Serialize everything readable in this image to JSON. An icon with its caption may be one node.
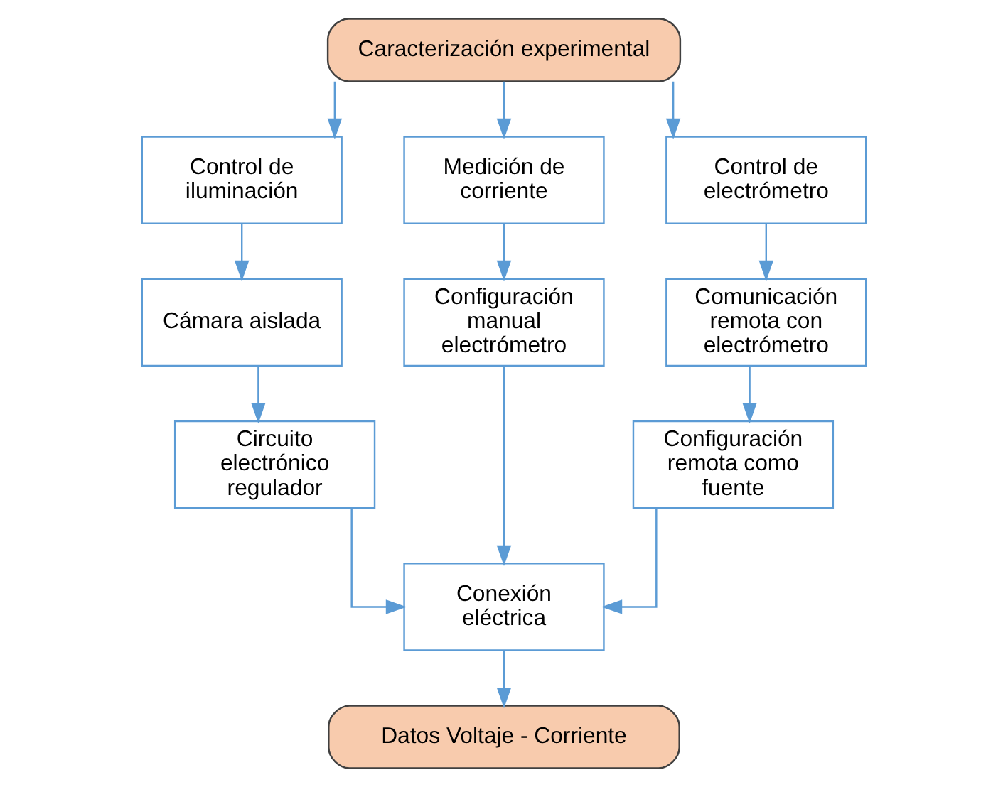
{
  "diagram": {
    "nodes": [
      {
        "text": [
          "Caracterización experimental"
        ]
      },
      {
        "text": [
          "Control de iluminación"
        ]
      },
      {
        "text": [
          "Medición de corriente"
        ]
      },
      {
        "text": [
          "Control de electrómetro"
        ]
      },
      {
        "text": [
          "Cámara aislada"
        ]
      },
      {
        "text": [
          "Configuración manual electrómetro"
        ]
      },
      {
        "text": [
          "Comunicación remota con electrómetro"
        ]
      },
      {
        "text": [
          "Circuito electrónico regulador"
        ]
      },
      {
        "text": [
          "Configuración remota como fuente"
        ]
      },
      {
        "text": [
          "Conexión eléctrica"
        ]
      },
      {
        "text": [
          "Datos Voltaje - Corriente"
        ]
      }
    ],
    "edges": [
      {
        "from": 0,
        "to": 1,
        "arrow": "to"
      },
      {
        "from": 0,
        "to": 2,
        "arrow": "to"
      },
      {
        "from": 0,
        "to": 3,
        "arrow": "to"
      },
      {
        "from": 1,
        "to": 4,
        "arrow": "to"
      },
      {
        "from": 2,
        "to": 5,
        "arrow": "to"
      },
      {
        "from": 3,
        "to": 6,
        "arrow": "to"
      },
      {
        "from": 4,
        "to": 7,
        "arrow": "to"
      },
      {
        "from": 6,
        "to": 8,
        "arrow": "to"
      },
      {
        "from": 7,
        "to": 9,
        "arrow": "to"
      },
      {
        "from": 5,
        "to": 9,
        "arrow": "to"
      },
      {
        "from": 8,
        "to": 9,
        "arrow": "to"
      },
      {
        "from": 9,
        "to": 10,
        "arrow": "to"
      }
    ]
  }
}
